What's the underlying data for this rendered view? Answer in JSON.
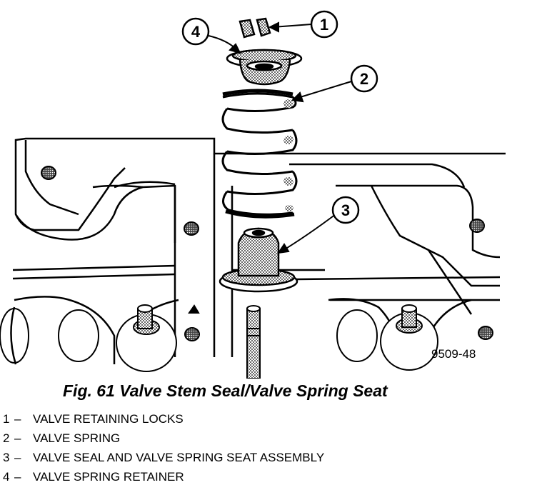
{
  "figure": {
    "drawing_code": "9509-48",
    "caption": "Fig. 61 Valve Stem Seal/Valve Spring Seat"
  },
  "callouts": [
    {
      "number": "1",
      "part": "VALVE RETAINING LOCKS"
    },
    {
      "number": "2",
      "part": "VALVE SPRING"
    },
    {
      "number": "3",
      "part": "VALVE SEAL AND VALVE SPRING SEAT ASSEMBLY"
    },
    {
      "number": "4",
      "part": "VALVE SPRING RETAINER"
    }
  ],
  "legend_separator": "–"
}
